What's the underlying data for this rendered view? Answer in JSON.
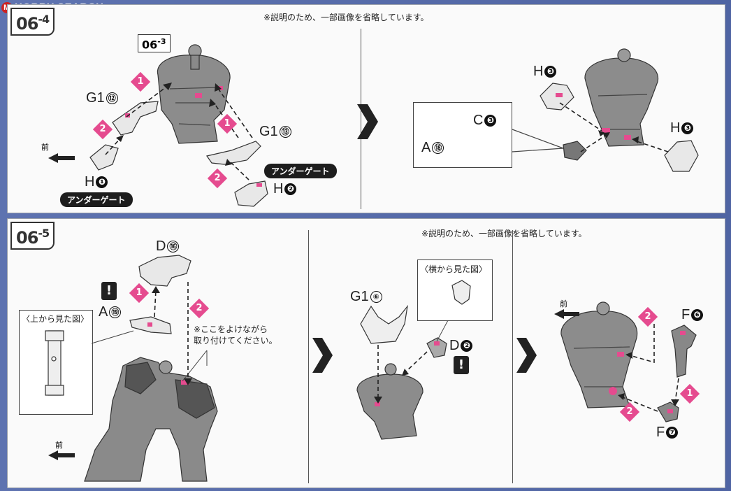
{
  "watermark": {
    "brand": "HOBBY SEARCH",
    "badge": "M"
  },
  "colors": {
    "accent_pink": "#e54b8f",
    "part_gray": "#8c8c8c",
    "background_blue": "#5a6fa8"
  },
  "top_panel": {
    "step": {
      "main": "06",
      "sub": "-4"
    },
    "note": "※説明のため、一部画像を省略しています。",
    "ref_step": {
      "main": "06",
      "sub": "-3"
    },
    "labels": {
      "g1_12": {
        "text": "G1",
        "num": "⑫"
      },
      "g1_13": {
        "text": "G1",
        "num": "⑬"
      },
      "h1": {
        "text": "H",
        "num": "❶"
      },
      "h2": {
        "text": "H",
        "num": "❷"
      },
      "h3_left": {
        "text": "H",
        "num": "❸"
      },
      "h3_right": {
        "text": "H",
        "num": "❸"
      },
      "c3": {
        "text": "C",
        "num": "❸"
      },
      "a18": {
        "text": "A",
        "num": "⑱"
      }
    },
    "pills": {
      "under_gate_1": "アンダーゲート",
      "under_gate_2": "アンダーゲート"
    },
    "front_label": "前",
    "diamonds": {
      "d1": "1",
      "d2": "2",
      "d3": "1",
      "d4": "2"
    }
  },
  "bottom_panel": {
    "step": {
      "main": "06",
      "sub": "-5"
    },
    "note": "※説明のため、一部画像を省略しています。",
    "labels": {
      "d16": {
        "text": "D",
        "num": "⑯"
      },
      "a19": {
        "text": "A",
        "num": "⑲"
      },
      "g1_6": {
        "text": "G1",
        "num": "⑥"
      },
      "d2": {
        "text": "D",
        "num": "❷"
      },
      "f6": {
        "text": "F",
        "num": "❻"
      },
      "f7": {
        "text": "F",
        "num": "❼"
      }
    },
    "top_view_caption": "〈上から見た図〉",
    "side_view_caption": "〈横から見た図〉",
    "avoid_note_line1": "※ここをよけながら",
    "avoid_note_line2": "取り付けてください。",
    "front_label": "前",
    "front_label_right": "前",
    "diamonds": {
      "d1": "1",
      "d2": "2",
      "d3": "2",
      "d4": "1",
      "d5": "2"
    },
    "warn_mark": "!"
  }
}
